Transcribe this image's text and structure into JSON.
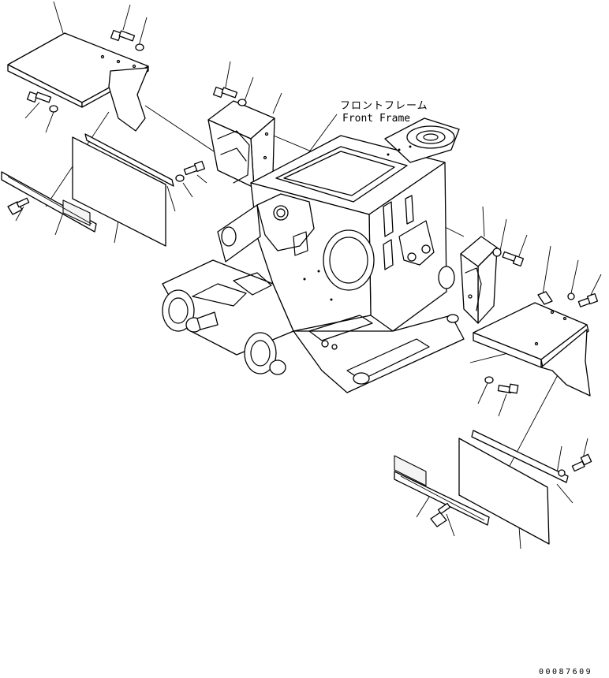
{
  "labels": {
    "front_frame_jp": "フロントフレーム",
    "front_frame_en": "Front Frame",
    "drawing_number": "00087609"
  },
  "colors": {
    "line": "#000000",
    "background": "#ffffff"
  }
}
